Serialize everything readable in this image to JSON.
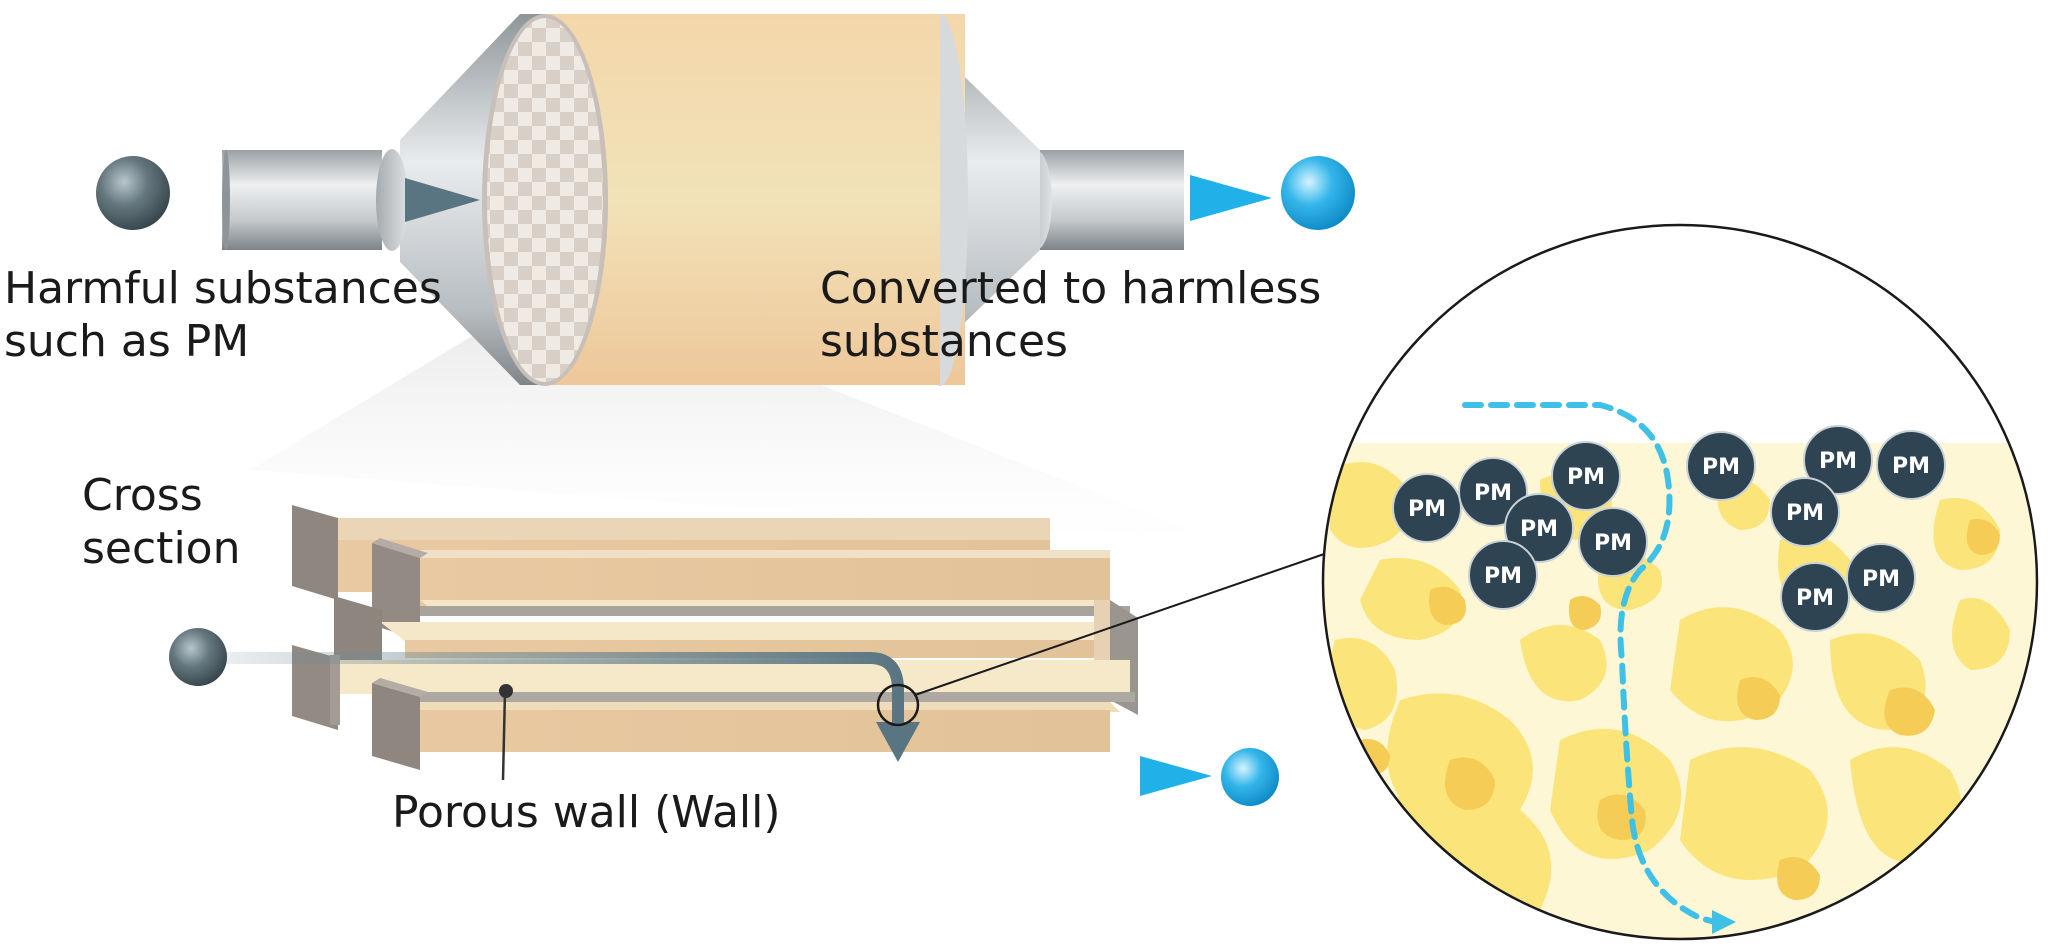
{
  "labels": {
    "input_line1": "Harmful substances",
    "input_line2": "such as PM",
    "output_line1": "Converted to harmless",
    "output_line2": "substances",
    "cross_line1": "Cross",
    "cross_line2": "section",
    "wall": "Porous wall (Wall)"
  },
  "pm_label": "PM",
  "colors": {
    "arrow_in": "#5a7582",
    "arrow_out": "#1fb1e8",
    "ball_dark": "#53666f",
    "ball_blue": "#29aee6",
    "filter_body": "#f2d9ae",
    "wall_tan": "#e6c9a0",
    "porous_yellow": "#fbe57a",
    "pm_particle": "#2f4452",
    "flow_dash": "#3fc0e6"
  }
}
